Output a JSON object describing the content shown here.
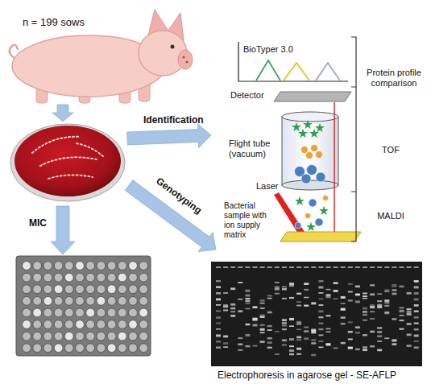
{
  "diagram": {
    "nodes": [
      {
        "text": [
          "n = 199 sows"
        ]
      },
      {
        "text": [
          "Electrophoresis in agarose gel - SE-AFLP"
        ]
      }
    ],
    "labels": [
      "Identification",
      "Genotyping",
      "MIC",
      "BioTyper 3.0",
      "Detector",
      "Flight tube (vacuum)",
      "Laser",
      "Bacterial sample with ion supply matrix",
      "Protein profile comparison",
      "TOF",
      "MALDI"
    ]
  }
}
